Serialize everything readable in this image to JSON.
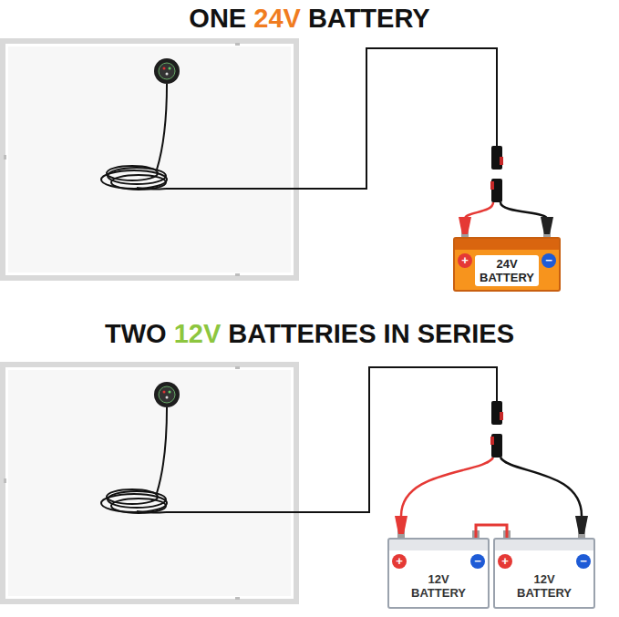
{
  "diagram": {
    "title": "ONE 24V BATTERY",
    "nodes": [
      {
        "text": [
          "24V BATTERY"
        ]
      },
      {
        "text": [
          "12V BATTERY"
        ]
      },
      {
        "text": [
          "12V BATTERY"
        ]
      }
    ],
    "edges": [
      {
        "from": 1,
        "to": 2,
        "arrow": "none"
      }
    ],
    "labels": [
      "TWO 12V BATTERIES IN SERIES",
      "+",
      "−",
      "+",
      "−",
      "+",
      "−"
    ]
  }
}
